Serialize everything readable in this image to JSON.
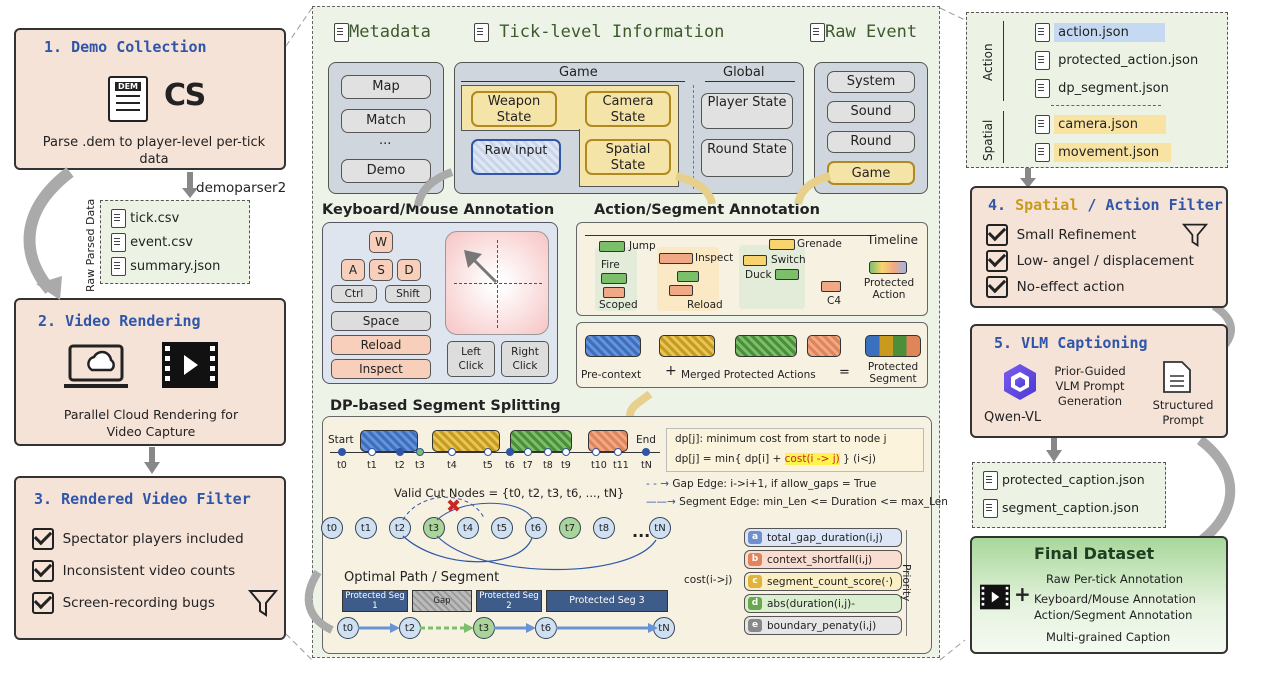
{
  "left": {
    "demo": {
      "title": "1. Demo Collection",
      "dem_icon": "DEM",
      "logo": "CS",
      "desc": "Parse .dem to player-level per-tick data"
    },
    "parser": "demoparser2",
    "raw_label": "Raw Parsed Data",
    "files": [
      "tick.csv",
      "event.csv",
      "summary.json"
    ],
    "render": {
      "title": "2. Video Rendering",
      "desc": "Parallel Cloud Rendering for Video Capture"
    },
    "filter": {
      "title": "3. Rendered Video Filter",
      "items": [
        "Spectator players included",
        "Inconsistent video counts",
        "Screen-recording bugs"
      ]
    }
  },
  "middle": {
    "headers": {
      "metadata": "Metadata",
      "tick": "Tick-level Information",
      "raw_event": "Raw Event"
    },
    "metadata_items": [
      "Map",
      "Match",
      "...",
      "Demo"
    ],
    "game": {
      "label": "Game",
      "weapon": "Weapon State",
      "camera": "Camera State",
      "raw_input": "Raw Input",
      "spatial": "Spatial State"
    },
    "global": {
      "label": "Global",
      "player": "Player State",
      "round": "Round State"
    },
    "raw_events": [
      "System",
      "Sound",
      "Round",
      "Game"
    ],
    "kb": {
      "title": "Keyboard/Mouse Annotation",
      "keys": [
        "W",
        "A",
        "S",
        "D"
      ],
      "ctrl": "Ctrl",
      "shift": "Shift",
      "space": "Space",
      "reload": "Reload",
      "inspect": "Inspect",
      "left_click": "Left Click",
      "right_click": "Right Click"
    },
    "action": {
      "title": "Action/Segment Annotation",
      "timeline": "Timeline",
      "labels": [
        "Jump",
        "Inspect",
        "Grenade",
        "Fire",
        "Switch",
        "Duck",
        "Scoped",
        "Reload",
        "C4"
      ],
      "protected_action": "Protected Action",
      "pre_context": "Pre-context",
      "plus": "+",
      "merged": "Merged Protected Actions",
      "equals": "=",
      "protected_segment": "Protected Segment"
    },
    "dp": {
      "title": "DP-based Segment Splitting",
      "start": "Start",
      "end": "End",
      "timeline_nodes": [
        "t0",
        "t1",
        "t2",
        "t3",
        "t4",
        "t5",
        "t6",
        "t7",
        "t8",
        "t9",
        "t10",
        "t11",
        "tN"
      ],
      "valid_cut": "Valid Cut Nodes = {t0, t2, t3, t6, ..., tN}",
      "dp_def": "dp[j]: minimum cost from start to node j",
      "dp_formula_pre": "dp[j] = min{ dp[i] + ",
      "dp_formula_cost": "cost(i -> j)",
      "dp_formula_post": " } (i<j)",
      "gap_edge": "Gap Edge: i->i+1, if allow_gaps = True",
      "segment_edge": "Segment Edge: min_Len <= Duration <= max_Len",
      "nodes": [
        "t0",
        "t1",
        "t2",
        "t3",
        "t4",
        "t5",
        "t6",
        "t7",
        "t8",
        "...",
        "tN"
      ],
      "cost_label": "cost(i->j)",
      "priority": "Priority",
      "costs": [
        {
          "letter": "a",
          "text": "total_gap_duration(i,j)",
          "color": "#6f8fcf",
          "bg": "#dce6f7"
        },
        {
          "letter": "b",
          "text": "context_shortfall(i,j)",
          "color": "#e0845a",
          "bg": "#f9ddd0"
        },
        {
          "letter": "c",
          "text": "segment_count_score(·)",
          "color": "#e0b43a",
          "bg": "#fbefc6"
        },
        {
          "letter": "d",
          "text": "abs(duration(i,j)-base_len)",
          "color": "#6aa84f",
          "bg": "#dbeed0"
        },
        {
          "letter": "e",
          "text": "boundary_penaty(i,j)",
          "color": "#888888",
          "bg": "#e6e6e6"
        }
      ],
      "optimal_title": "Optimal Path / Segment",
      "segments": [
        "Protected Seg 1",
        "Gap",
        "Protected Seg 2",
        "Protected Seg 3"
      ],
      "path_nodes": [
        "t0",
        "t2",
        "t3",
        "t6",
        "tN"
      ]
    }
  },
  "right": {
    "action_label": "Action",
    "spatial_label": "Spatial",
    "action_files": [
      "action.json",
      "protected_action.json",
      "dp_segment.json"
    ],
    "spatial_files": [
      "camera.json",
      "movement.json"
    ],
    "filter4": {
      "num": "4.",
      "spatial": "Spatial",
      "slash": "/",
      "action": "Action Filter",
      "items": [
        "Small Refinement",
        "Low- angel / displacement",
        "No-effect action"
      ]
    },
    "vlm": {
      "title": "5. VLM Captioning",
      "model": "Qwen-VL",
      "prior": "Prior-Guided VLM Prompt Generation",
      "structured": "Structured Prompt"
    },
    "captions": [
      "protected_caption.json",
      "segment_caption.json"
    ],
    "final": {
      "title": "Final Dataset",
      "plus": "+",
      "items": [
        "Raw Per-tick Annotation",
        "Keyboard/Mouse Annotation",
        "Action/Segment Annotation",
        "Multi-grained Caption"
      ]
    }
  },
  "colors": {
    "blue": "#2f56a8",
    "gold": "#c89a1e",
    "peach": "#f6e3d8",
    "green": "#ecf3e4"
  }
}
